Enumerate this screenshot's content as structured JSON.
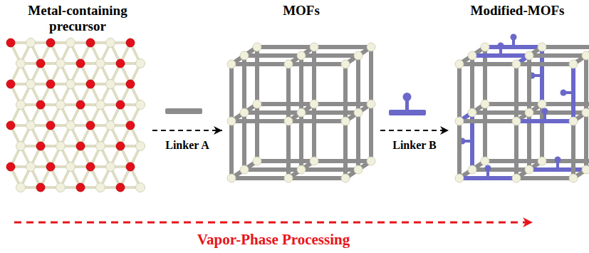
{
  "diagram": {
    "nodes": [
      {
        "text": [
          "Metal-containing precursor"
        ]
      },
      {
        "text": [
          "MOFs"
        ]
      },
      {
        "text": [
          "Modified-MOFs"
        ]
      }
    ],
    "edges": [
      {
        "from": 0,
        "to": 1,
        "arrow": "to",
        "label": "Linker A"
      },
      {
        "from": 1,
        "to": 2,
        "arrow": "to",
        "label": "Linker B"
      },
      {
        "from": 0,
        "to": 2,
        "arrow": "to",
        "label": "Vapor-Phase Processing"
      }
    ]
  }
}
